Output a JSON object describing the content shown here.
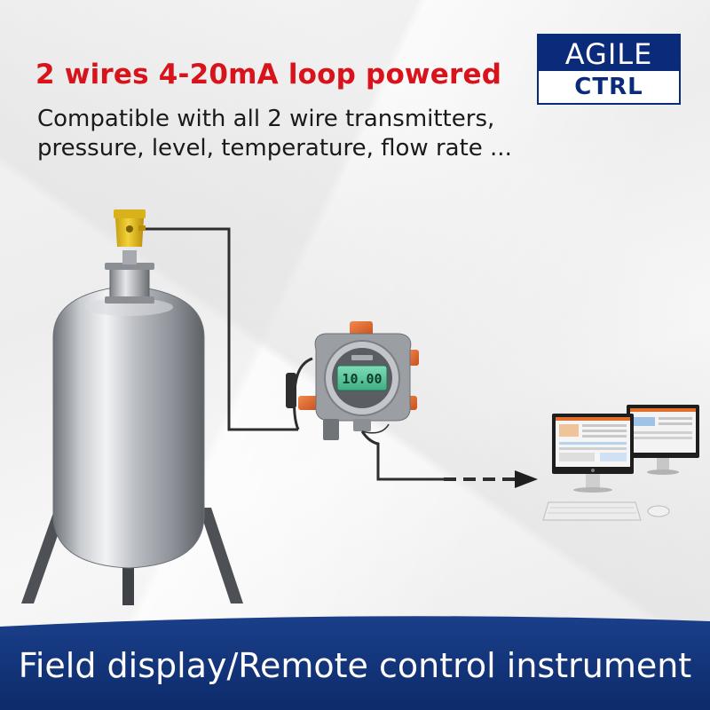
{
  "header": {
    "headline": "2 wires 4-20mA loop powered",
    "subtext_lines": [
      "Compatible with all 2 wire transmitters,",
      "pressure, level, temperature, flow rate ..."
    ]
  },
  "logo": {
    "top": "AGILE",
    "bottom": "CTRL"
  },
  "device": {
    "display_value": "10.00"
  },
  "footer": {
    "title": "Field display/Remote control instrument"
  },
  "colors": {
    "headline_red": "#d8131b",
    "brand_navy": "#0a2a7a",
    "footer_navy": "#0d2b6b",
    "housing_orange": "#e96a2c",
    "lcd_green": "#58c59a",
    "sensor_yellow": "#e8c21f"
  },
  "icons": [
    "storage-tank-icon",
    "level-sensor-icon",
    "field-display-instrument-icon",
    "computer-monitor-icon",
    "keyboard-icon",
    "mouse-icon",
    "signal-arrow-icon"
  ]
}
